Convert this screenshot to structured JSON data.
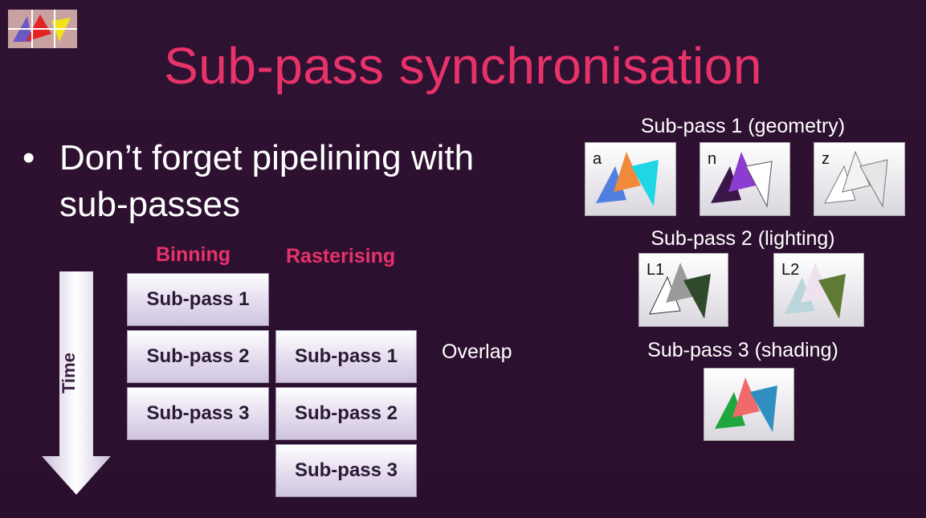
{
  "title": "Sub-pass synchronisation",
  "bullet": {
    "dot": "•",
    "text": "Don’t forget pipelining with sub-passes"
  },
  "columns": {
    "binning": "Binning",
    "rasterising": "Rasterising"
  },
  "binning": [
    "Sub-pass 1",
    "Sub-pass 2",
    "Sub-pass 3"
  ],
  "rasterising": [
    "Sub-pass 1",
    "Sub-pass 2",
    "Sub-pass 3"
  ],
  "overlap": "Overlap",
  "time": "Time",
  "subpasses": {
    "geometry": {
      "label": "Sub-pass 1 (geometry)",
      "tiles": [
        "a",
        "n",
        "z"
      ]
    },
    "lighting": {
      "label": "Sub-pass 2 (lighting)",
      "tiles": [
        "L1",
        "L2"
      ]
    },
    "shading": {
      "label": "Sub-pass 3 (shading)"
    }
  },
  "colors": {
    "title": "#e8326a",
    "background": "#2e1131",
    "box": "#e4dcee"
  }
}
